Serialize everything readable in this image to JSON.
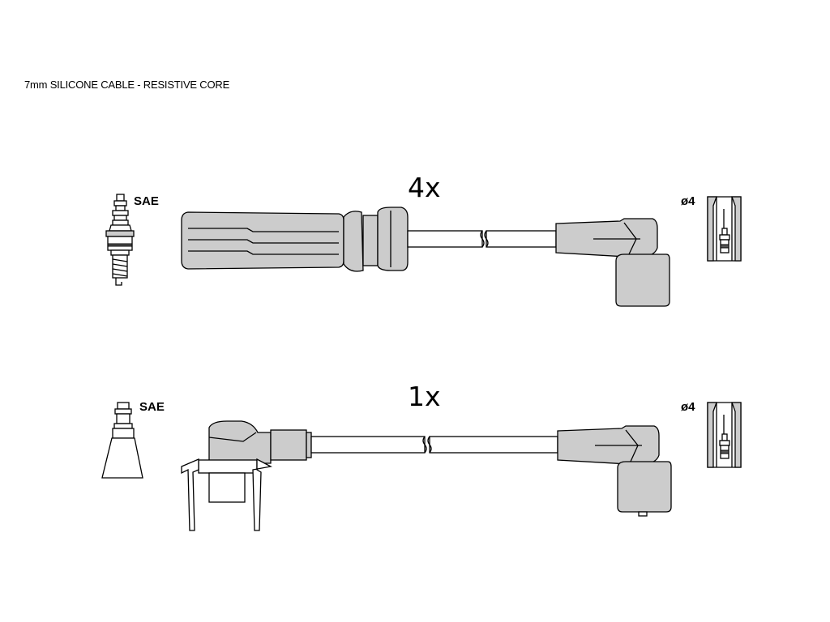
{
  "header": {
    "note": "7mm SILICONE CABLE - RESISTIVE CORE"
  },
  "row1": {
    "quantity": "4x",
    "left_label": "SAE",
    "right_label": "ø4"
  },
  "row2": {
    "quantity": "1x",
    "left_label": "SAE",
    "right_label": "ø4"
  }
}
